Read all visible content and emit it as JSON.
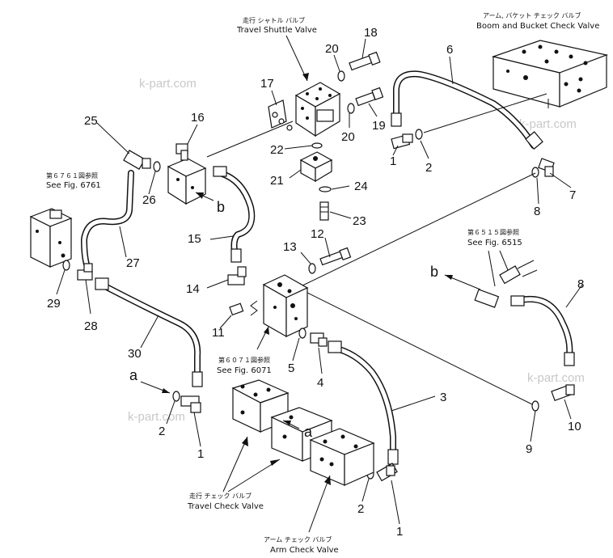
{
  "parts": {
    "p1a": "1",
    "p1b": "1",
    "p1c": "1",
    "p2a": "2",
    "p2b": "2",
    "p2c": "2",
    "p3": "3",
    "p4": "4",
    "p5": "5",
    "p6": "6",
    "p7": "7",
    "p8a": "8",
    "p8b": "8",
    "p9": "9",
    "p10": "10",
    "p11": "11",
    "p12": "12",
    "p13": "13",
    "p14": "14",
    "p15": "15",
    "p16": "16",
    "p17": "17",
    "p18": "18",
    "p19": "19",
    "p20a": "20",
    "p20b": "20",
    "p21": "21",
    "p22": "22",
    "p23": "23",
    "p24": "24",
    "p25": "25",
    "p26": "26",
    "p27": "27",
    "p28": "28",
    "p29": "29",
    "p30": "30"
  },
  "callouts": {
    "a1": "a",
    "a2": "a",
    "b1": "b",
    "b2": "b"
  },
  "captions": {
    "boom_check_jp": "アーム, バケット チェック バルブ",
    "boom_check_en": "Boom and Bucket Check Valve",
    "shuttle_jp": "走行 シャトル バルブ",
    "shuttle_en": "Travel Shuttle Valve",
    "fig6761_jp": "第６７６１図参照",
    "fig6761_en": "See Fig. 6761",
    "fig6515_jp": "第６５１５図参照",
    "fig6515_en": "See Fig. 6515",
    "fig6071_jp": "第６０７１図参照",
    "fig6071_en": "See Fig. 6071",
    "travel_check_jp": "走行 チェック バルブ",
    "travel_check_en": "Travel Check Valve",
    "arm_check_jp": "アーム チェック バルブ",
    "arm_check_en": "Arm Check Valve"
  },
  "watermark": "k-part.com"
}
